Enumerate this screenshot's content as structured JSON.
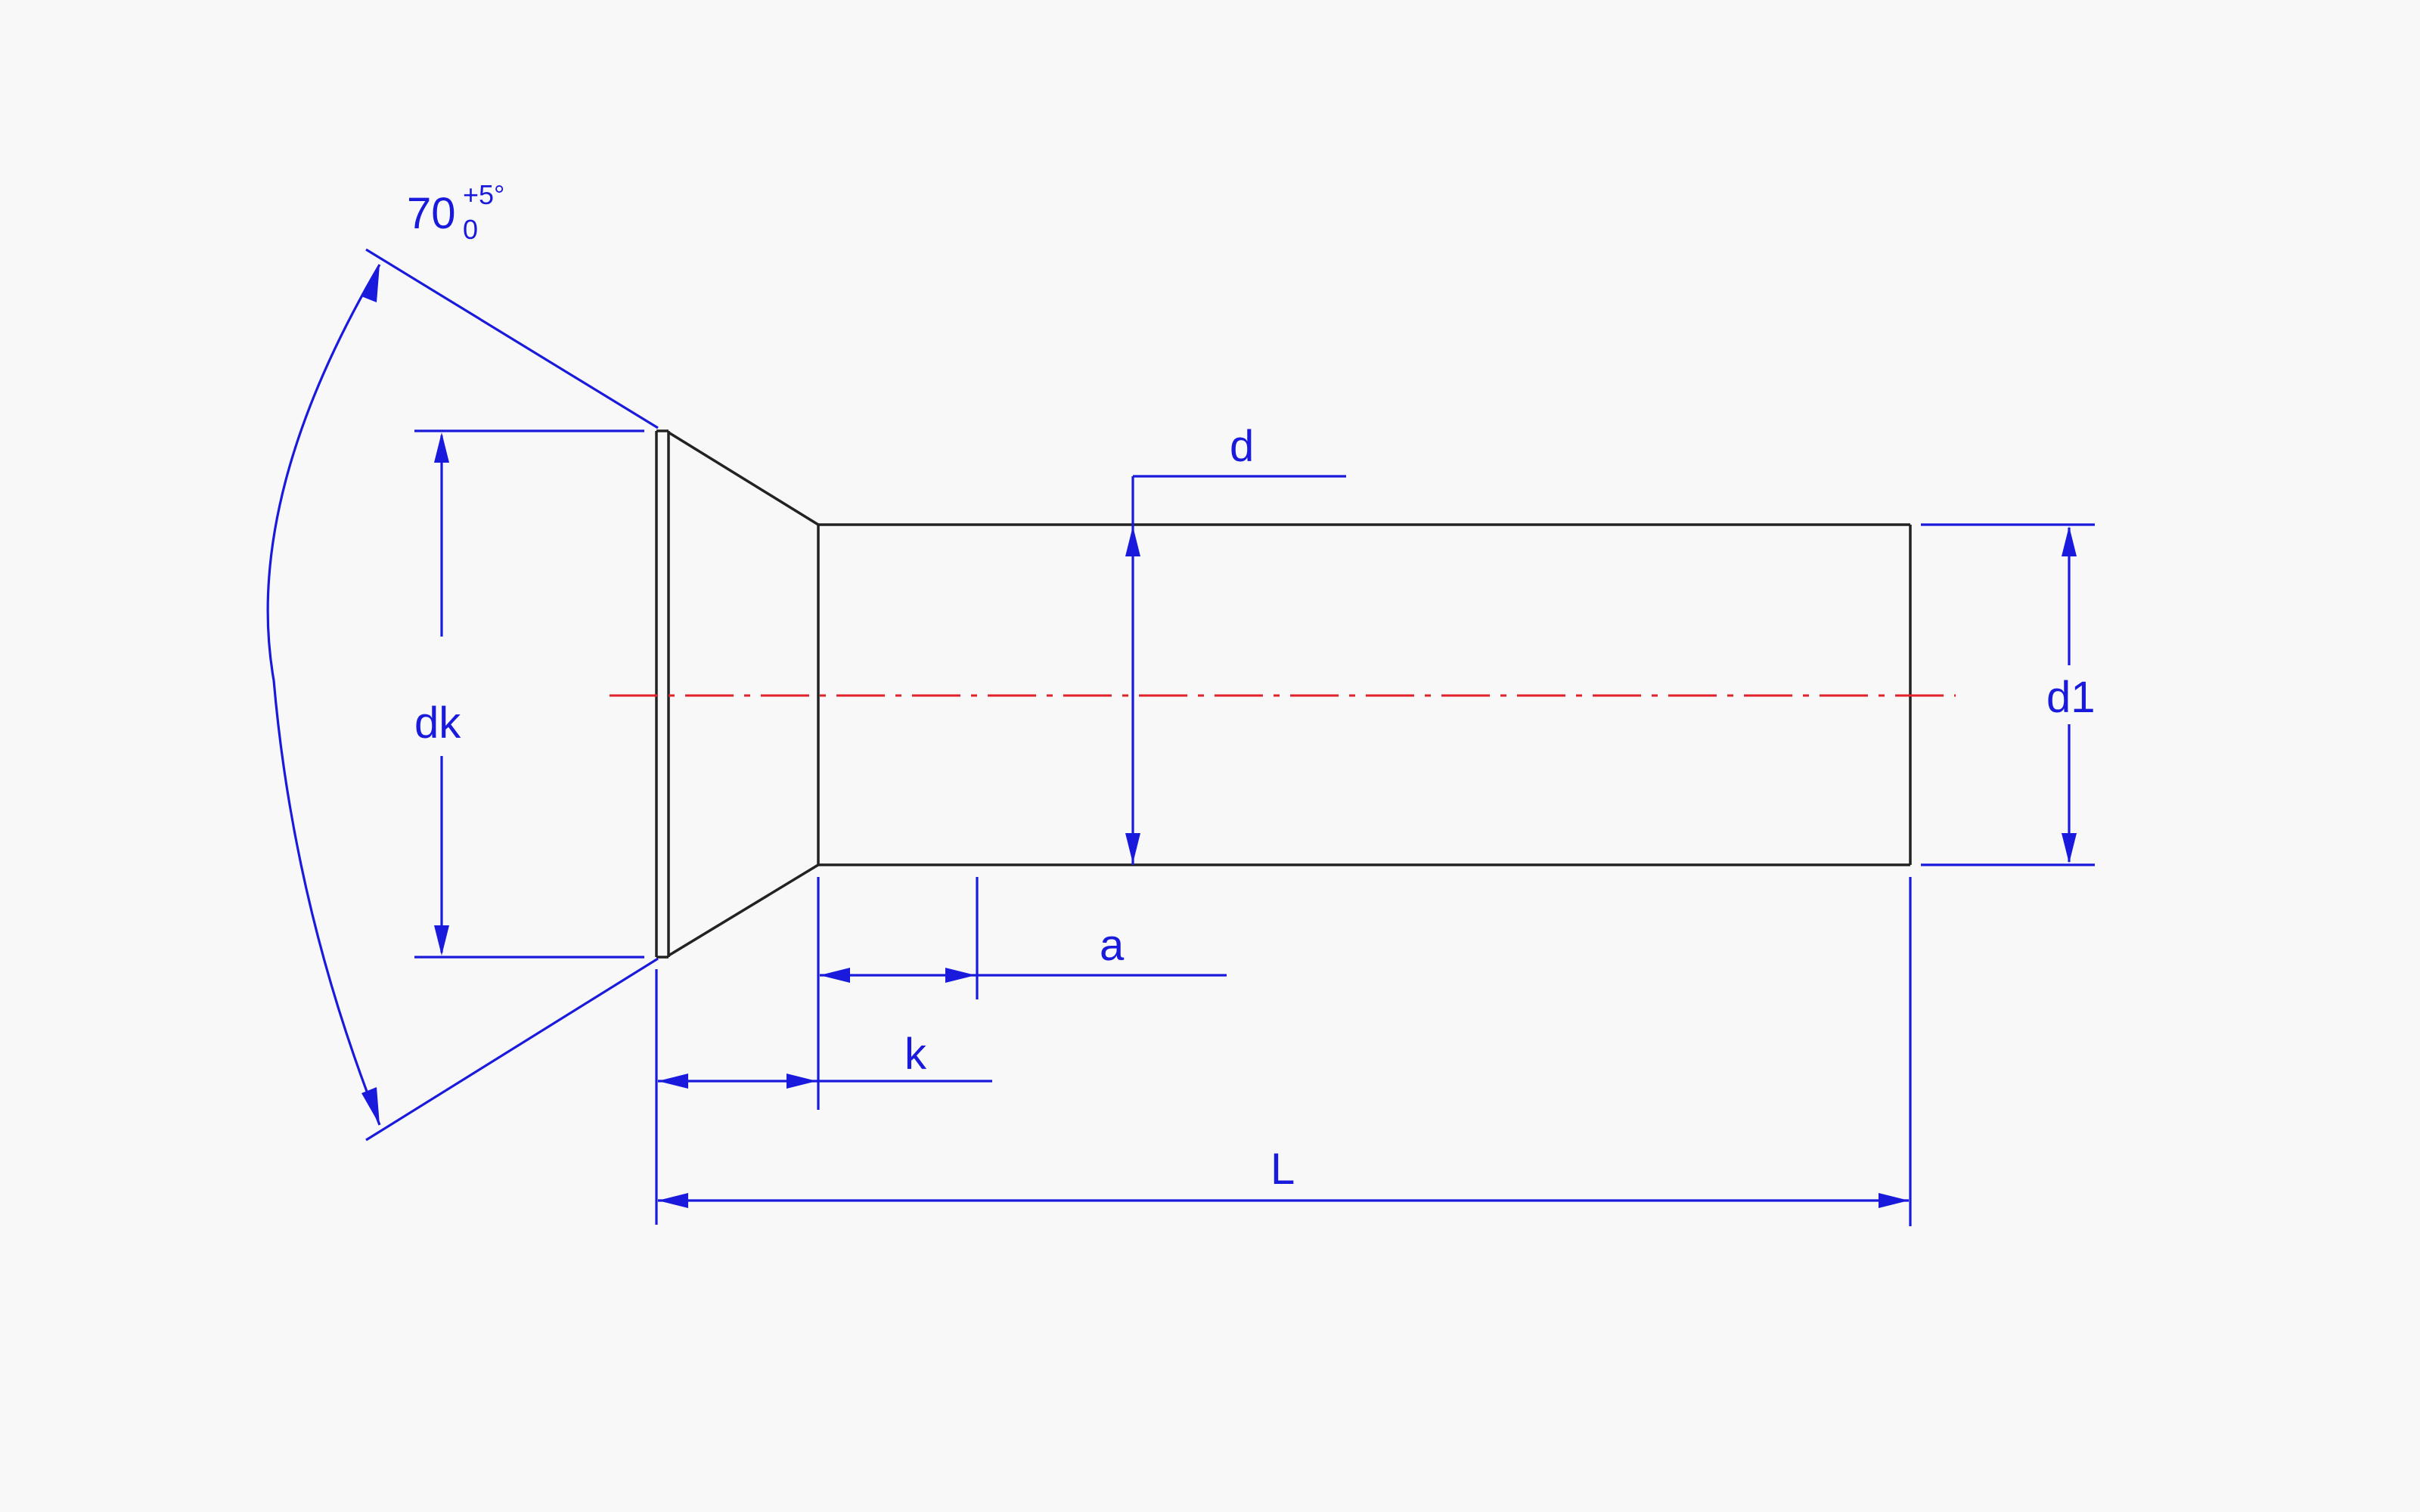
{
  "drawing": {
    "labels": {
      "angle_value": "70",
      "angle_tol_upper": "+5°",
      "angle_tol_lower": "0",
      "dk": "dk",
      "d": "d",
      "d1": "d1",
      "a": "a",
      "k": "k",
      "L": "L"
    },
    "colors": {
      "dimension": "#1a1adc",
      "outline": "#222222",
      "centerline": "#e0202a",
      "background": "#f8f8f8"
    }
  }
}
